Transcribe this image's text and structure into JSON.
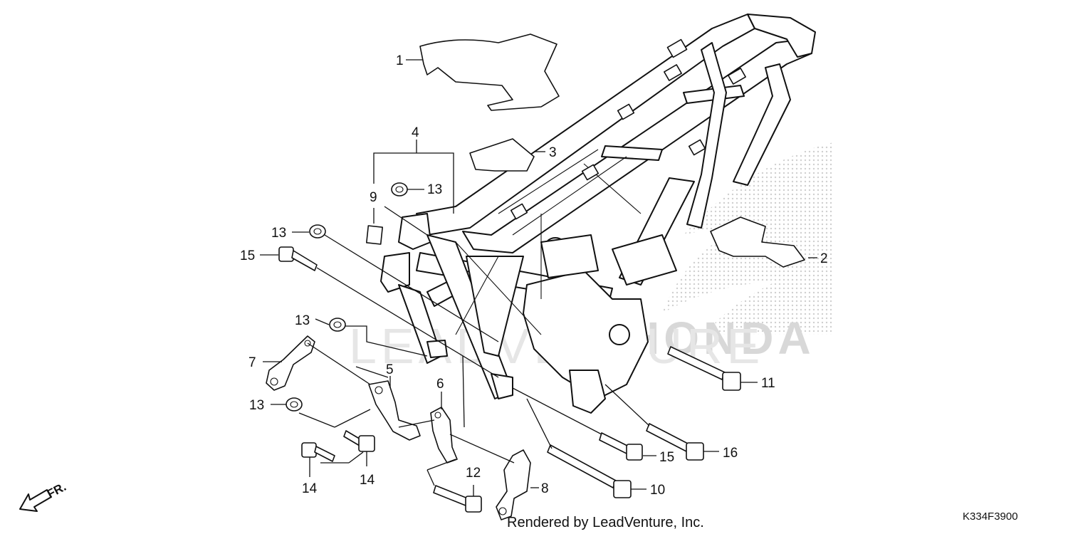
{
  "diagram": {
    "callouts": [
      "1",
      "2",
      "3",
      "4",
      "5",
      "6",
      "7",
      "8",
      "9",
      "10",
      "11",
      "12",
      "13",
      "14",
      "15",
      "16"
    ],
    "footer_text": "Rendered by LeadVenture, Inc.",
    "drawing_code": "K334F3900",
    "front_indicator": "FR.",
    "watermark_text": "LEADVENTURE",
    "brand_watermark": "HONDA"
  }
}
